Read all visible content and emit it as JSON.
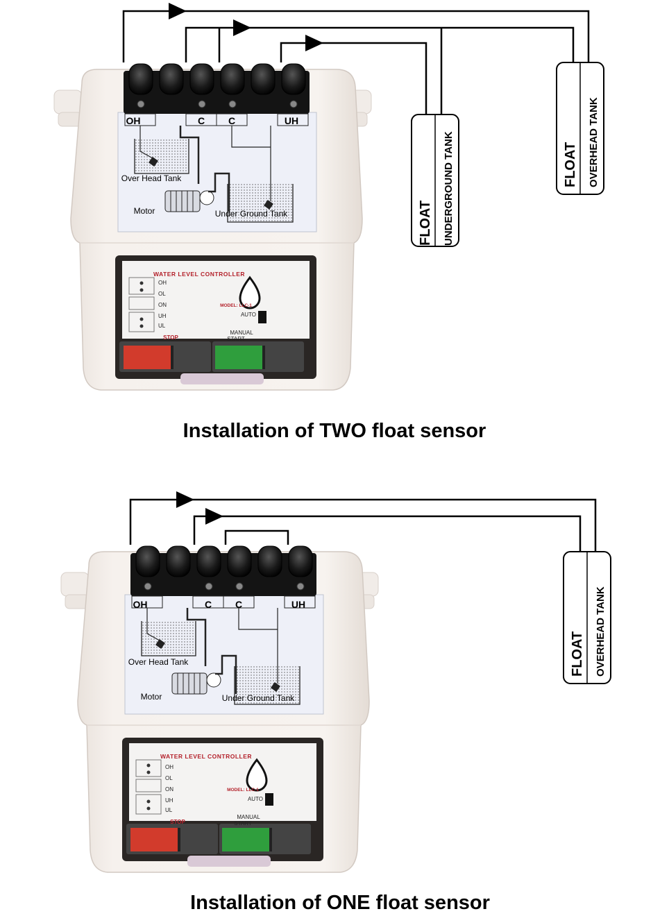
{
  "panels": [
    {
      "caption": "Installation of TWO float sensor",
      "terminals": {
        "oh": "OH",
        "c1": "C",
        "c2": "C",
        "uh": "UH"
      },
      "diagram": {
        "overhead_tank": "Over Head Tank",
        "motor": "Motor",
        "underground_tank": "Under Ground Tank"
      },
      "front": {
        "title": "WATER LEVEL CONTROLLER",
        "levels": [
          "OH",
          "OL",
          "ON",
          "UH",
          "UL"
        ],
        "model": "MODEL: LLC-1",
        "auto": "AUTO",
        "manual": "MANUAL",
        "stop": "STOP",
        "start": "START"
      },
      "floats": [
        {
          "line1": "FLOAT",
          "line2": "UNDERGROUND TANK"
        },
        {
          "line1": "FLOAT",
          "line2": "OVERHEAD TANK"
        }
      ]
    },
    {
      "caption": "Installation of ONE float sensor",
      "terminals": {
        "oh": "OH",
        "c1": "C",
        "c2": "C",
        "uh": "UH"
      },
      "diagram": {
        "overhead_tank": "Over Head Tank",
        "motor": "Motor",
        "underground_tank": "Under Ground Tank"
      },
      "front": {
        "title": "WATER LEVEL CONTROLLER",
        "levels": [
          "OH",
          "OL",
          "ON",
          "UH",
          "UL"
        ],
        "model": "MODEL: LLC-1",
        "auto": "AUTO",
        "manual": "MANUAL",
        "stop": "STOP",
        "start": "START"
      },
      "floats": [
        {
          "line1": "FLOAT",
          "line2": "OVERHEAD TANK"
        }
      ]
    }
  ]
}
